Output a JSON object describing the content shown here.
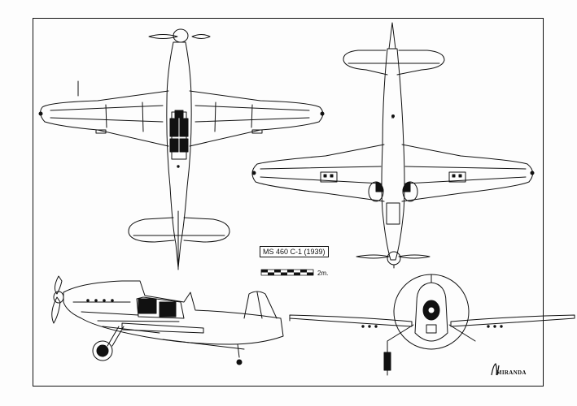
{
  "drawing": {
    "title": "MS 460 C-1 (1939)",
    "scale_label": "2m.",
    "signature": "MIRANDA"
  },
  "colors": {
    "ink": "#111111",
    "paper": "#fdfdfd"
  }
}
